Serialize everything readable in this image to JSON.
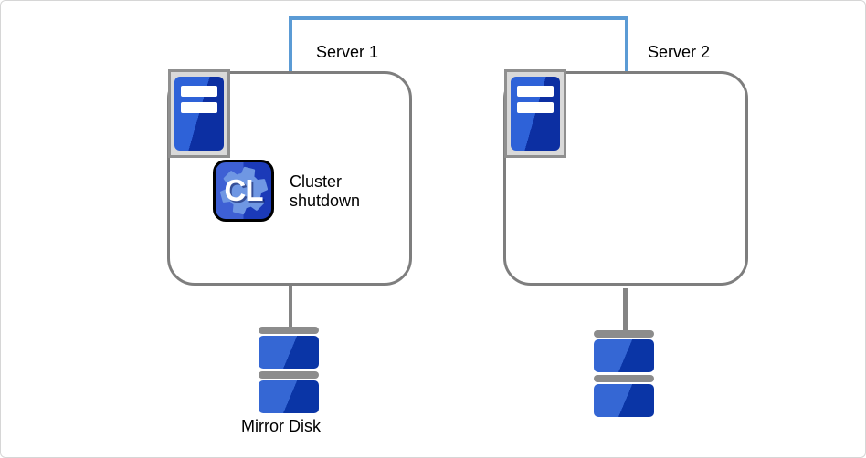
{
  "servers": [
    {
      "label": "Server 1"
    },
    {
      "label": "Server 2"
    }
  ],
  "cluster_action": {
    "badge_text": "CL",
    "label": "Cluster shutdown"
  },
  "mirror_disk": {
    "label": "Mirror Disk"
  },
  "icons": {
    "server_unit": "server-icon",
    "cluster_badge_gear": "gear-icon",
    "storage": "mirror-disk-icon"
  },
  "colors": {
    "canvas-border": "#D6D6D6",
    "interconnect-blue": "#5B9BD5",
    "box-border-gray": "#7E7E7E",
    "connector-gray": "#848484",
    "disk-cap-gray": "#8C8C8C",
    "disk-blue-light": "#3567D4",
    "disk-blue-dark": "#0A35A6",
    "server-icon-blue-light": "#2E62D8",
    "server-icon-blue-dark": "#0C2FA2",
    "icon-frame-bg": "#D9D9D9",
    "icon-frame-border": "#8F8F8F",
    "cl-bg-blue-light": "#3E60D4",
    "cl-bg-blue-dark": "#1B3AB8",
    "cl-gear-blue": "#6F97E3"
  }
}
